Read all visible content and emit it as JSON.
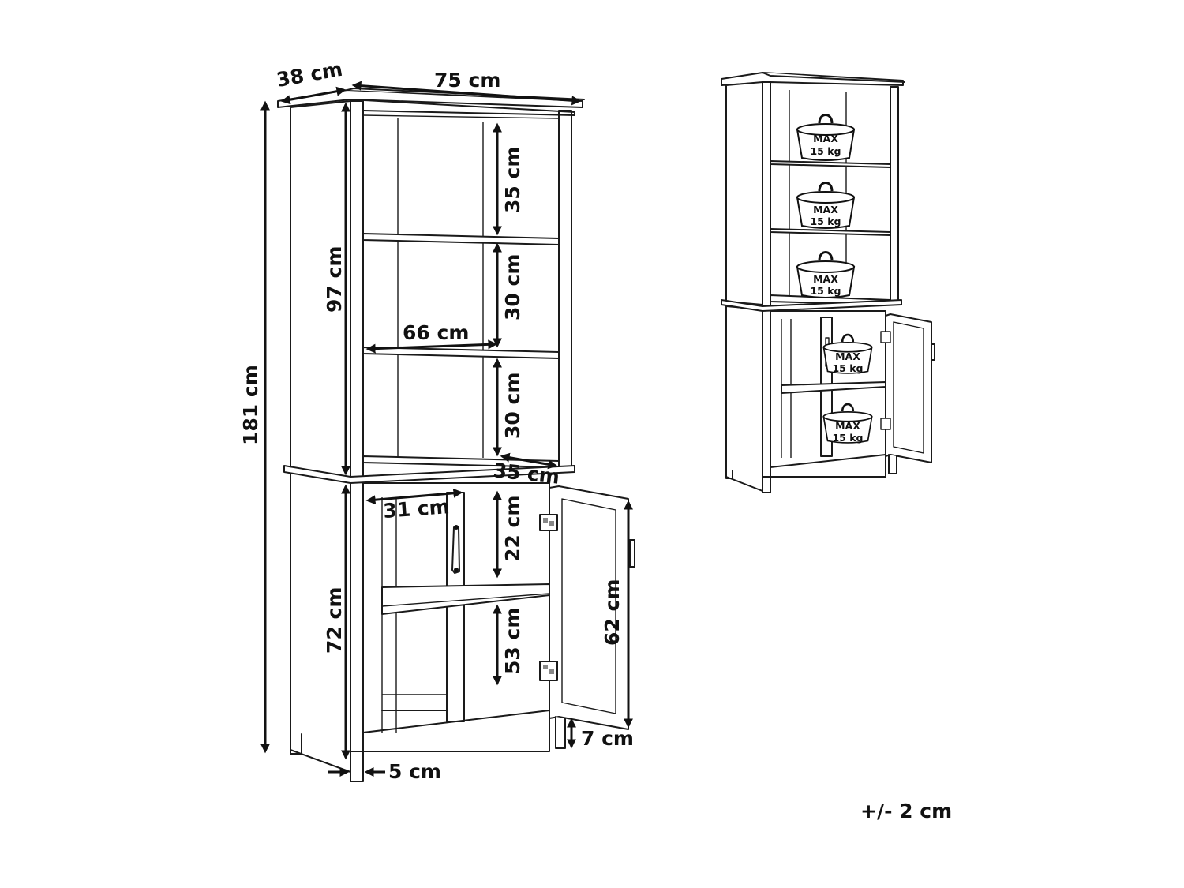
{
  "dimensions": {
    "depth": "38 cm",
    "width": "75 cm",
    "total_height": "181 cm",
    "upper_height": "97 cm",
    "shelf_gap_top": "35 cm",
    "shelf_gap_mid": "30 cm",
    "shelf_gap_low": "30 cm",
    "shelf_width": "66 cm",
    "shelf_depth": "35 cm",
    "cabinet_inner_width": "31 cm",
    "cabinet_height": "72 cm",
    "cabinet_gap_top": "22 cm",
    "cabinet_gap_bottom": "53 cm",
    "door_height": "62 cm",
    "leg_height": "7 cm",
    "leg_width": "5 cm"
  },
  "load": {
    "line1": "MAX",
    "line2": "15 kg"
  },
  "tolerance": "+/- 2 cm",
  "icons": {
    "weight": "weight-icon",
    "hinge": "hinge-icon",
    "handle": "handle-icon"
  },
  "colors": {
    "line": "#1a1a1a",
    "shelf_gray": "#d6d6d6",
    "background": "#ffffff"
  }
}
